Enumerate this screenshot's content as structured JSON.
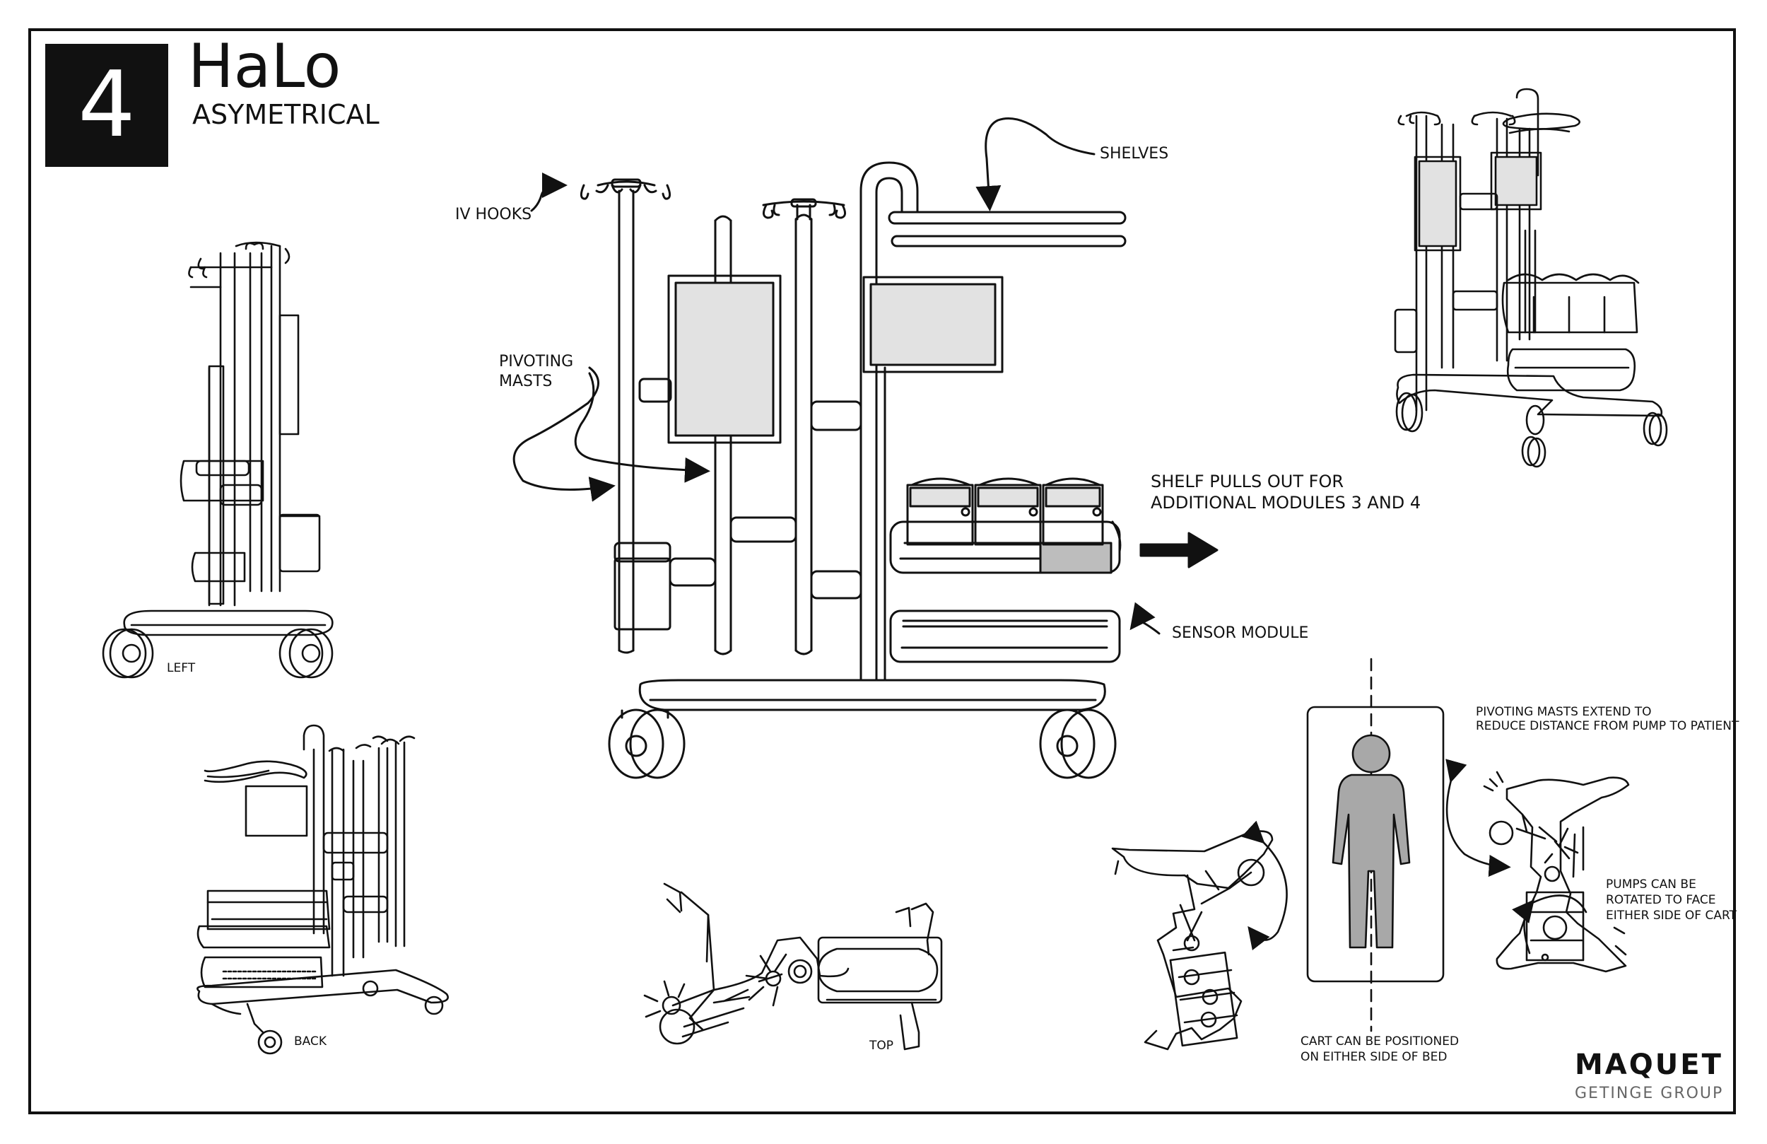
{
  "header": {
    "number": "4",
    "title": "HaLo",
    "subtitle": "ASYMETRICAL"
  },
  "labels": {
    "iv_hooks": "IV HOOKS",
    "shelves": "SHELVES",
    "pivoting_masts": [
      "PIVOTING",
      "MASTS"
    ],
    "shelf_pulls_out": [
      "SHELF PULLS OUT FOR",
      "ADDITIONAL MODULES 3 AND 4"
    ],
    "sensor_module": "SENSOR MODULE",
    "left": "LEFT",
    "back": "BACK",
    "top": "TOP",
    "masts_extend": [
      "PIVOTING MASTS EXTEND TO",
      "REDUCE DISTANCE FROM PUMP TO PATIENT"
    ],
    "pumps_rotated": [
      "PUMPS CAN BE",
      "ROTATED  TO FACE",
      "EITHER SIDE OF CART"
    ],
    "cart_positioned": [
      "CART CAN BE POSITIONED",
      "ON EITHER SIDE OF BED"
    ]
  },
  "brand": {
    "name": "MAQUET",
    "group": "GETINGE GROUP"
  },
  "colors": {
    "line": "#111111",
    "screen_fill": "#e2e2e2",
    "figure_fill": "#a8a8a8",
    "brand_gray": "#666666"
  }
}
